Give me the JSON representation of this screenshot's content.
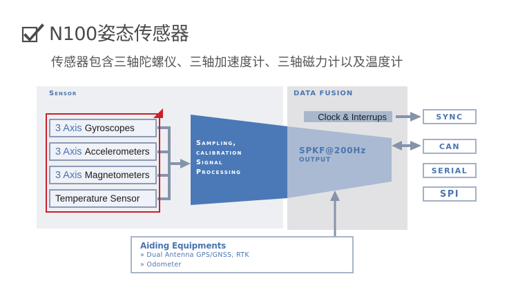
{
  "header": {
    "title": "N100姿态传感器",
    "title_icon": "checkbox-checked-icon",
    "subtitle": "传感器包含三轴陀螺仪、三轴加速度计、三轴磁力计以及温度计"
  },
  "diagram": {
    "sensor_panel": {
      "label": "Sensor",
      "sensors": [
        {
          "prefix": "3 Axis",
          "name": "Gyroscopes"
        },
        {
          "prefix": "3 Axis",
          "name": "Accelerometers"
        },
        {
          "prefix": "3 Axis",
          "name": "Magnetometers"
        },
        {
          "prefix": "",
          "name": "Temperature Sensor"
        }
      ]
    },
    "processing": {
      "lines": [
        "Sampling,",
        "calibration",
        "Signal",
        "Processing"
      ]
    },
    "fusion_panel": {
      "label": "DATA FUSION",
      "clock_label": "Clock & Interrups",
      "filter_label": "SPKF@200Hz",
      "output_label": "OUTPUT"
    },
    "outputs": [
      "SYNC",
      "CAN",
      "SERIAL",
      "SPI"
    ],
    "aiding": {
      "title": "Aiding Equipments",
      "items": [
        "» Dual Antenna GPS/GNSS, RTK",
        "» Odometer"
      ]
    },
    "colors": {
      "accent_blue": "#4a76b0",
      "process_blue": "#4b79b7",
      "fusion_light_blue": "#a9bad2",
      "connector_gray": "#8593aa",
      "highlight_red": "#cc1f2a",
      "sensor_panel_bg": "#eeeff3",
      "fusion_panel_bg": "#e2e2e4"
    }
  }
}
